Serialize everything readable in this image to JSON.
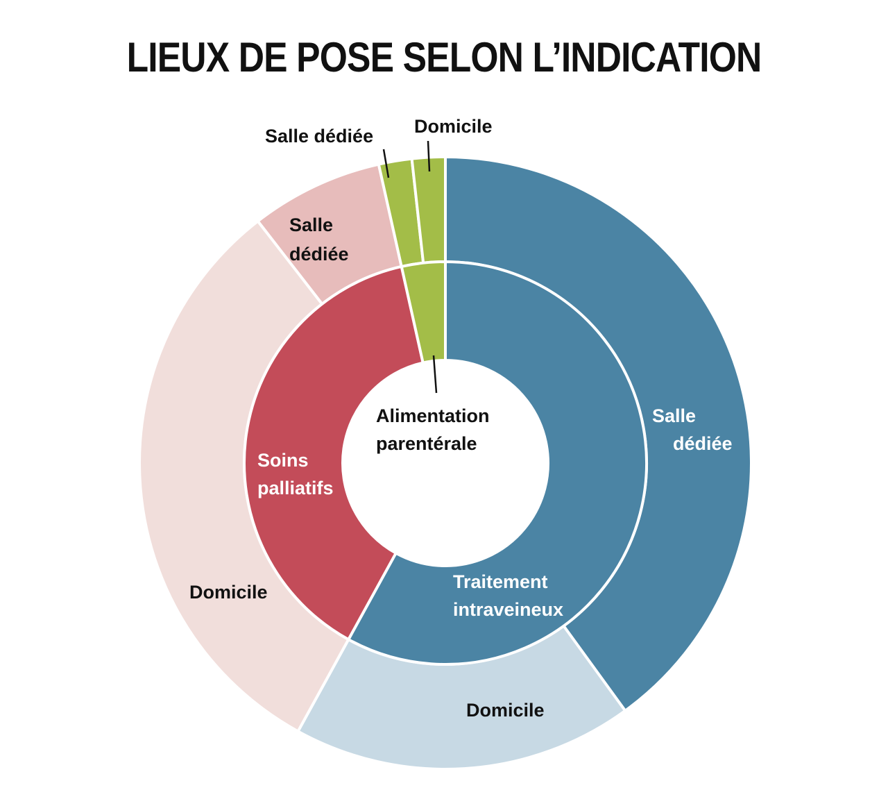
{
  "chart_data": {
    "type": "pie",
    "title": "LIEUX DE POSE SELON L’INDICATION",
    "inner_ring": [
      {
        "name": "Traitement intraveineux",
        "value": 58.0,
        "color": "#4b84a4"
      },
      {
        "name": "Soins palliatifs",
        "value": 38.5,
        "color": "#c34c59"
      },
      {
        "name": "Alimentation parentérale",
        "value": 3.5,
        "color": "#a3bd48"
      }
    ],
    "outer_ring": [
      {
        "parent": "Traitement intraveineux",
        "name": "Salle dédiée",
        "value": 40.0,
        "color": "#4b84a4"
      },
      {
        "parent": "Traitement intraveineux",
        "name": "Domicile",
        "value": 18.0,
        "color": "#c7d9e4"
      },
      {
        "parent": "Soins palliatifs",
        "name": "Domicile",
        "value": 31.5,
        "color": "#f1dedb"
      },
      {
        "parent": "Soins palliatifs",
        "name": "Salle dédiée",
        "value": 7.0,
        "color": "#e7bcbb"
      },
      {
        "parent": "Alimentation parentérale",
        "name": "Salle dédiée",
        "value": 1.75,
        "color": "#a3bd48"
      },
      {
        "parent": "Alimentation parentérale",
        "name": "Domicile",
        "value": 1.75,
        "color": "#a3bd48"
      }
    ],
    "units": "percent (estimated from slice angles)"
  }
}
